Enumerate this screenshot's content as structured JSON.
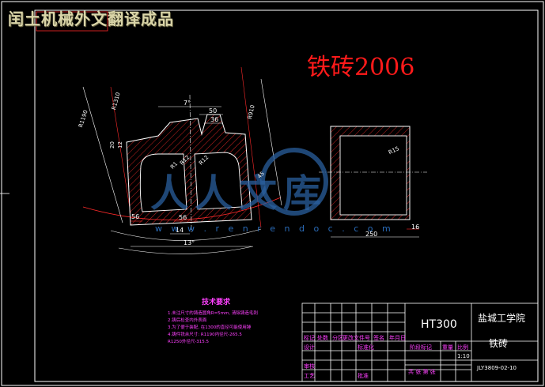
{
  "banner": "闰土机械外文翻译成品",
  "part_title": "铁砖2006",
  "watermark": {
    "text": "人人文库",
    "url": "w w w . r e n r e n d o c . c o m"
  },
  "dimensions": {
    "d7deg": "7°",
    "d50": "50",
    "d36": "36",
    "r1190": "R1190",
    "r1310": "R1310",
    "r910": "R910",
    "d20": "20",
    "d12": "12",
    "r12": "R12",
    "r12b": "R12",
    "r1": "R1",
    "r45": "45",
    "d56a": "56",
    "d56b": "56",
    "d14": "14",
    "d13deg": "13°",
    "r15": "R15",
    "d250": "250",
    "d16": "16"
  },
  "tech": {
    "title": "技术要求",
    "notes": [
      "1.未注尺寸的铸造圆角R=5mm, 清除铸造毛刺",
      "2.铸后检查内外表面",
      "3.为了便于装配, 在1300的直径可能使用锤",
      "4.铸件铣余尺寸: R1190内径尺-265.5",
      "  R1250外径尺-315.5"
    ]
  },
  "title_block": {
    "material": "HT300",
    "school": "盐城工学院",
    "part": "铁砖",
    "drawing_no": "JLY3809-02-10",
    "scale": "1:10",
    "labels": {
      "mark": "标记",
      "count": "处数",
      "zone": "分区",
      "change_doc": "更改文件号",
      "sign": "签名",
      "date": "年月日",
      "design": "设计",
      "standard": "标准化",
      "review": "审核",
      "process": "工艺",
      "approve": "批准",
      "stage_mark": "阶段标记",
      "weight": "重量",
      "scale_label": "比例",
      "sheets": "共    张    第    张"
    }
  }
}
